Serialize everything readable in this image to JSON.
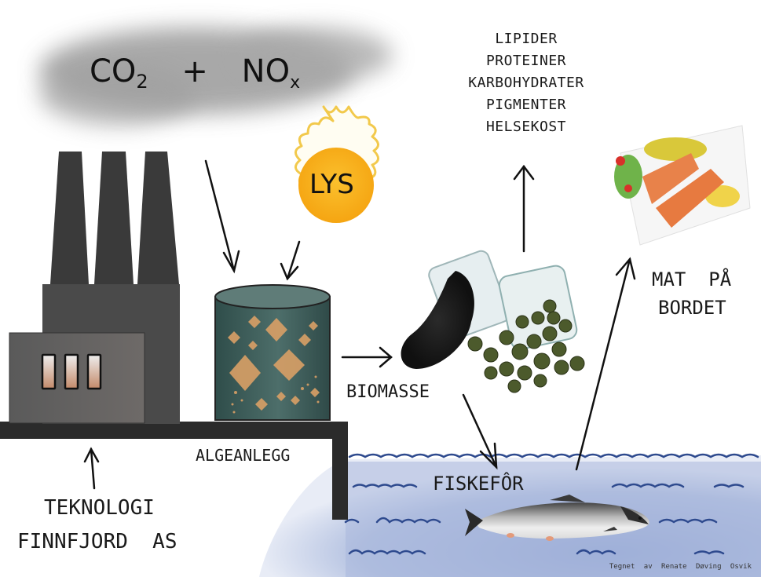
{
  "emissions": {
    "co2": "CO",
    "co2_sub": "2",
    "plus": "+",
    "nox": "NO",
    "nox_sub": "x"
  },
  "sun_label": "LYS",
  "products": {
    "items": [
      "LIPIDER",
      "PROTEINER",
      "KARBOHYDRATER",
      "PIGMENTER",
      "HELSEKOST"
    ]
  },
  "labels": {
    "algae_plant": "ALGEANLEGG",
    "company_line1": "TEKNOLOGI",
    "company_line2": "FINNFJORD  AS",
    "biomass": "BIOMASSE",
    "fish_feed": "FISKEFÔR",
    "food_line1": "MAT  PÅ",
    "food_line2": "BORDET"
  },
  "credit": "Tegnet av Renate Døving Osvik",
  "colors": {
    "smoke": "#9a9a9a",
    "factory_dark": "#3a3a3a",
    "factory_mid": "#555555",
    "tank": "#3f5f5c",
    "algae": "#d9a066",
    "sun_core": "#f5b21c",
    "sun_rays": "#f2c94c",
    "water": "#a9b8dc",
    "wave": "#2e4a8e",
    "ground": "#2b2b2b",
    "salmon": "#e8824a"
  }
}
